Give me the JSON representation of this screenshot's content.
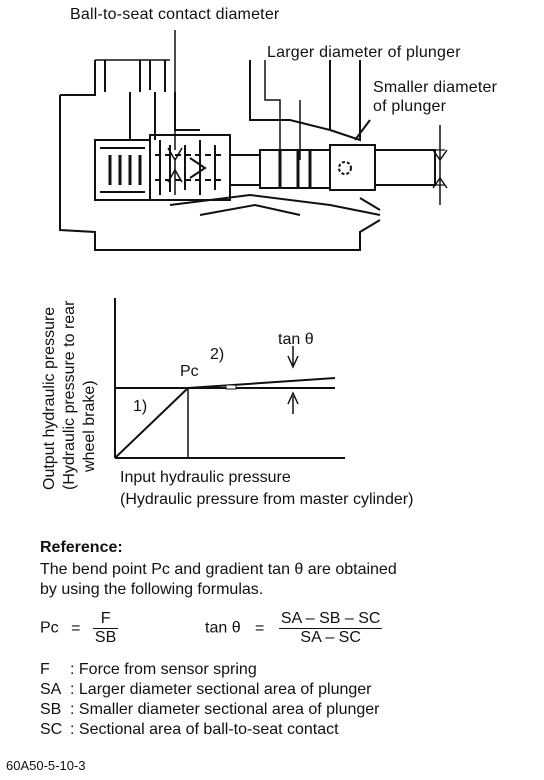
{
  "diagram": {
    "label_ball_seat": "Ball-to-seat contact diameter",
    "label_larger": "Larger diameter of plunger",
    "label_smaller_1": "Smaller diameter",
    "label_smaller_2": "of plunger"
  },
  "graph": {
    "ylabel_1": "Output hydraulic pressure",
    "ylabel_2": "(Hydraulic pressure to rear",
    "ylabel_3": "wheel brake)",
    "xlabel_1": "Input hydraulic pressure",
    "xlabel_2": "(Hydraulic pressure from master cylinder)",
    "pc": "Pc",
    "seg1": "1)",
    "seg2": "2)",
    "tan": "tan θ"
  },
  "reference": {
    "heading": "Reference:",
    "line1": "The bend point Pc and gradient tan θ are obtained",
    "line2": "by using the following formulas.",
    "pc_lhs": "Pc",
    "eq1": "=",
    "pc_num": "F",
    "pc_den": "SB",
    "tan_lhs": "tan θ",
    "eq2": "=",
    "tan_num": "SA – SB – SC",
    "tan_den": "SA – SC",
    "defs": [
      {
        "sym": "F",
        "desc": ": Force from sensor spring"
      },
      {
        "sym": "SA",
        "desc": ": Larger diameter sectional area of plunger"
      },
      {
        "sym": "SB",
        "desc": ": Smaller diameter sectional area of plunger"
      },
      {
        "sym": "SC",
        "desc": ": Sectional area of ball-to-seat contact"
      }
    ]
  },
  "footer": {
    "code": "60A50-5-10-3"
  }
}
